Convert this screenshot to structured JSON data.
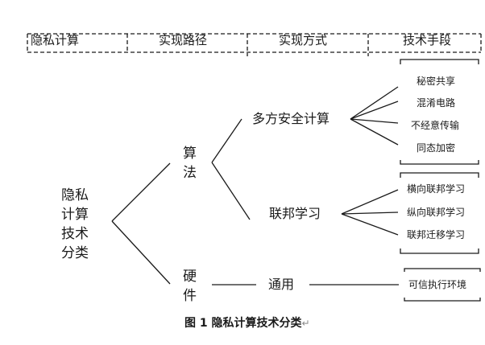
{
  "header": {
    "columns": [
      "隐私计算",
      "实现路径",
      "实现方式",
      "技术手段"
    ]
  },
  "root": {
    "label": "隐私计算技术分类"
  },
  "paths": [
    {
      "label": "算法",
      "methods": [
        {
          "label": "多方安全计算",
          "techniques": [
            "秘密共享",
            "混淆电路",
            "不经意传输",
            "同态加密"
          ]
        },
        {
          "label": "联邦学习",
          "techniques": [
            "横向联邦学习",
            "纵向联邦学习",
            "联邦迁移学习"
          ]
        }
      ]
    },
    {
      "label": "硬件",
      "methods": [
        {
          "label": "通用",
          "techniques": [
            "可信执行环境"
          ]
        }
      ]
    }
  ],
  "caption": {
    "text": "图 1  隐私计算技术分类",
    "return_mark": "↵"
  },
  "colors": {
    "line": "#1a1a1a",
    "text": "#1a1a1a"
  }
}
